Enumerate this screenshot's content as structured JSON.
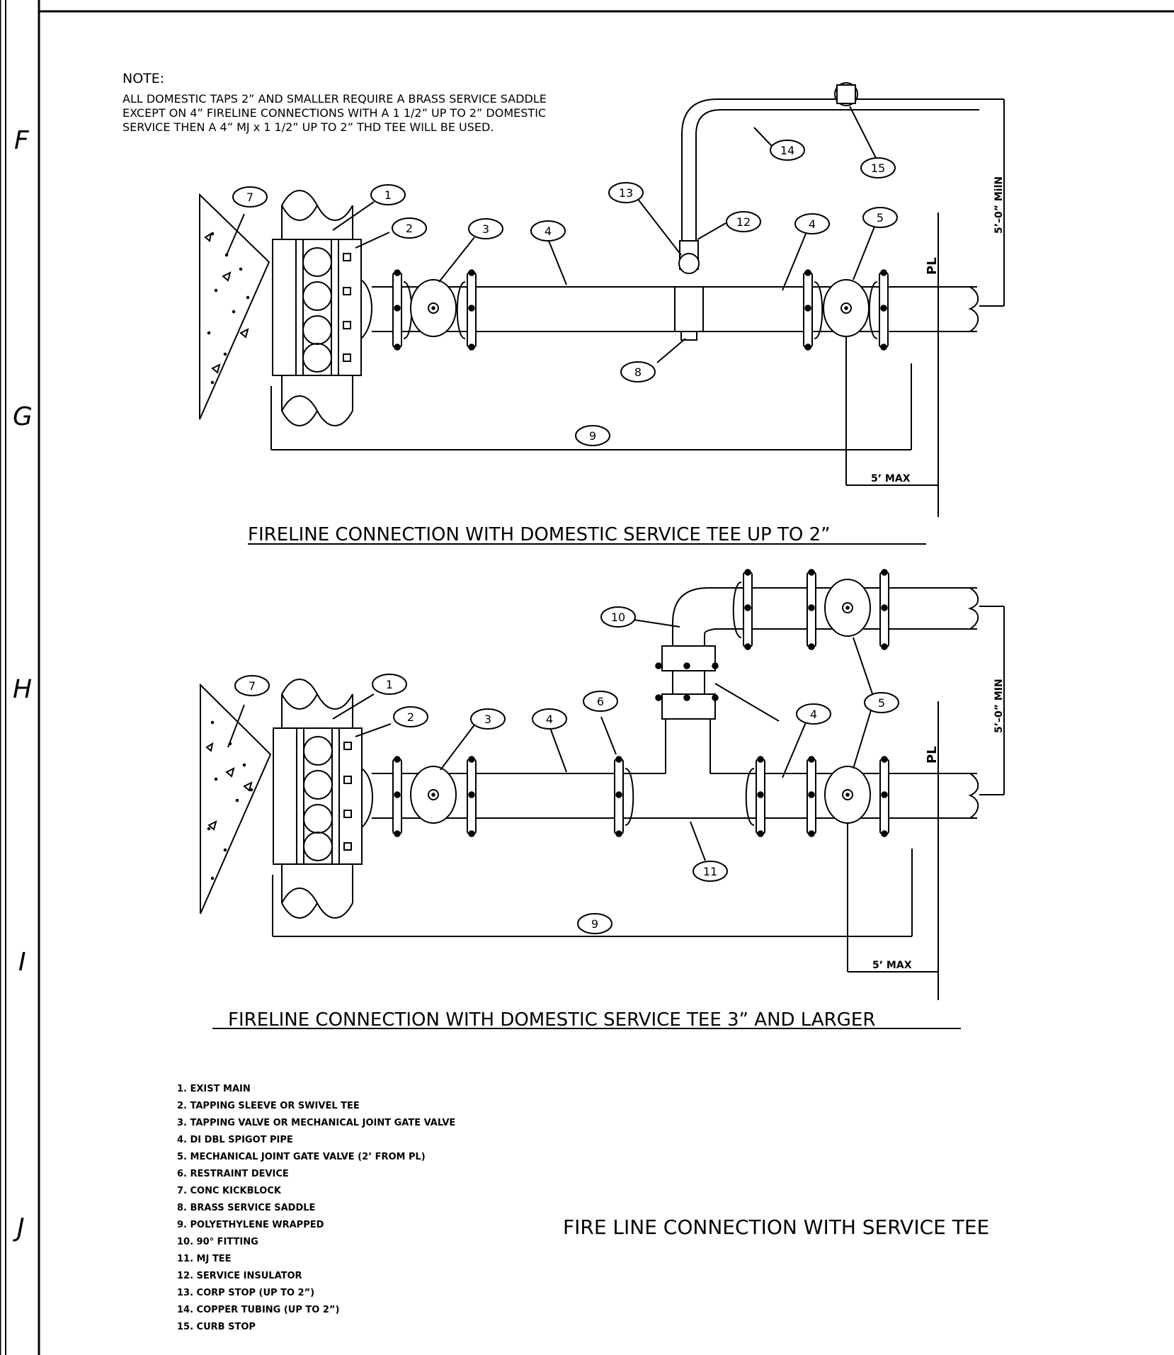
{
  "zones": [
    "F",
    "G",
    "H",
    "I",
    "J"
  ],
  "note": {
    "heading": "NOTE:",
    "lines": [
      "ALL DOMESTIC TAPS 2” AND SMALLER REQUIRE A BRASS SERVICE SADDLE",
      "EXCEPT ON 4” FIRELINE CONNECTIONS WITH A 1 1/2” UP TO 2” DOMESTIC",
      "SERVICE THEN A 4” MJ x 1 1/2” UP TO 2” THD TEE WILL BE USED."
    ]
  },
  "diagram1": {
    "caption": "FIRELINE CONNECTION WITH DOMESTIC SERVICE TEE UP TO 2”",
    "dim_vertical": "5’–0” MilN",
    "dim_max": "5’ MAX",
    "pl": "PL",
    "bubbles": [
      "7",
      "1",
      "2",
      "3",
      "4",
      "13",
      "12",
      "14",
      "15",
      "4",
      "5",
      "8",
      "9"
    ]
  },
  "diagram2": {
    "caption": "FIRELINE CONNECTION WITH DOMESTIC SERVICE TEE 3” AND LARGER",
    "dim_vertical": "5’–0” MIN",
    "dim_max": "5’ MAX",
    "pl": "PL",
    "bubbles": [
      "7",
      "1",
      "2",
      "3",
      "4",
      "6",
      "10",
      "4",
      "5",
      "11",
      "9"
    ]
  },
  "legend": [
    "1.  EXIST MAIN",
    "2.  TAPPING SLEEVE OR SWIVEL TEE",
    "3.  TAPPING VALVE OR MECHANICAL JOINT GATE VALVE",
    "4.  DI DBL SPIGOT PIPE",
    "5.  MECHANICAL JOINT GATE VALVE (2’ FROM PL)",
    "6.  RESTRAINT DEVICE",
    "7.  CONC KICKBLOCK",
    "8.  BRASS SERVICE SADDLE",
    "9.  POLYETHYLENE WRAPPED",
    "10. 90° FITTING",
    "11. MJ TEE",
    "12. SERVICE INSULATOR",
    "13. CORP STOP (UP TO 2”)",
    "14. COPPER TUBING (UP TO 2”)",
    "15. CURB STOP"
  ],
  "sheet_title": "FIRE LINE CONNECTION WITH SERVICE TEE"
}
